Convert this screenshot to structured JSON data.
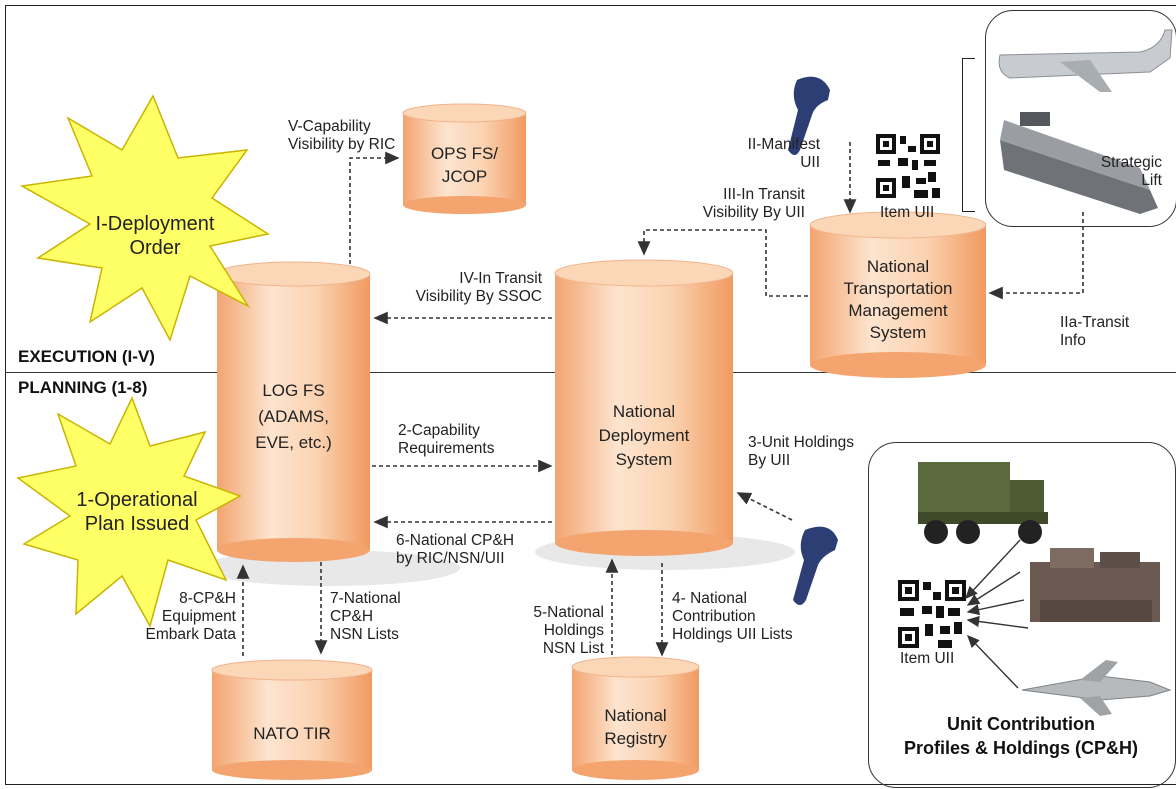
{
  "sections": {
    "execution": "EXECUTION (I-V)",
    "planning": "PLANNING (1-8)"
  },
  "bursts": {
    "deployment": [
      "I-Deployment",
      "Order"
    ],
    "operational": [
      "1-Operational",
      "Plan Issued"
    ]
  },
  "databases": {
    "ops": [
      "OPS FS/",
      "JCOP"
    ],
    "log": [
      "LOG FS",
      "(ADAMS,",
      "EVE, etc.)"
    ],
    "nds": [
      "National",
      "Deployment",
      "System"
    ],
    "ntms": [
      "National",
      "Transportation",
      "Management",
      "System"
    ],
    "natotir": [
      "NATO TIR"
    ],
    "registry": [
      "National",
      "Registry"
    ]
  },
  "flows": {
    "v": [
      "V-Capability",
      "Visibility by RIC"
    ],
    "ii": [
      "II-Manifest",
      "UII"
    ],
    "iii": [
      "III-In Transit",
      "Visibility By UII"
    ],
    "iv": [
      "IV-In Transit",
      "Visibility By SSOC"
    ],
    "iia": [
      "IIa-Transit",
      "Info"
    ],
    "f2": [
      "2-Capability",
      "Requirements"
    ],
    "f3": [
      "3-Unit Holdings",
      "By UII"
    ],
    "f6": [
      "6-National CP&H",
      "by RIC/NSN/UII"
    ],
    "f8": [
      "8-CP&H",
      "Equipment",
      "Embark Data"
    ],
    "f7": [
      "7-National",
      "CP&H",
      "NSN Lists"
    ],
    "f5": [
      "5-National",
      "Holdings",
      "NSN List"
    ],
    "f4": [
      "4- National",
      "Contribution",
      "Holdings UII Lists"
    ]
  },
  "strategic_lift": [
    "Strategic",
    "Lift"
  ],
  "item_uii_top": "Item UII",
  "item_uii_bottom": "Item UII",
  "unit_box_title": [
    "Unit Contribution",
    "Profiles & Holdings (CP&H)"
  ],
  "colors": {
    "cylinder_light": "#fde4cf",
    "cylinder_dark": "#f5a874",
    "burst_fill": "#ffff66",
    "arrow": "#333333"
  }
}
